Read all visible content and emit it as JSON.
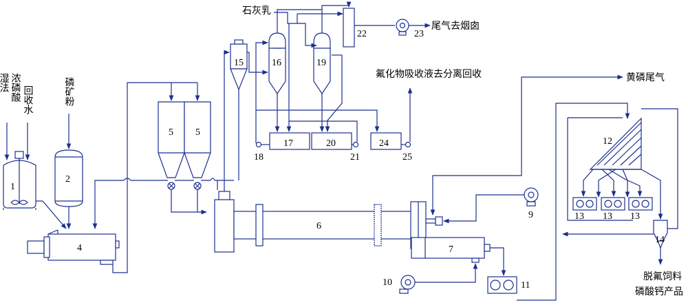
{
  "labels": {
    "wet_acid_line1": "湿法",
    "wet_acid_line2": "浓磷酸",
    "recovered_water": "回收水",
    "phosphate_powder": "磷矿粉",
    "lime_milk": "石灰乳",
    "tail_gas_chimney": "尾气去烟囱",
    "fluoride_recovery": "氟化物吸收液去分离回收",
    "yellow_phosphorus_tail_gas": "黄磷尾气",
    "product_line1": "脱氟饲料",
    "product_line2": "磷酸钙产品"
  },
  "equipment_numbers": {
    "n1": "1",
    "n2": "2",
    "n4": "4",
    "n5a": "5",
    "n5b": "5",
    "n6": "6",
    "n7": "7",
    "n9": "9",
    "n10": "10",
    "n11": "11",
    "n12": "12",
    "n13a": "13",
    "n13b": "13",
    "n13c": "13",
    "n14": "14",
    "n15": "15",
    "n16": "16",
    "n17": "17",
    "n18": "18",
    "n19": "19",
    "n20": "20",
    "n21": "21",
    "n22": "22",
    "n23": "23",
    "n24": "24",
    "n25": "25"
  },
  "colors": {
    "line": "#1b2f8f",
    "text": "#000000"
  }
}
